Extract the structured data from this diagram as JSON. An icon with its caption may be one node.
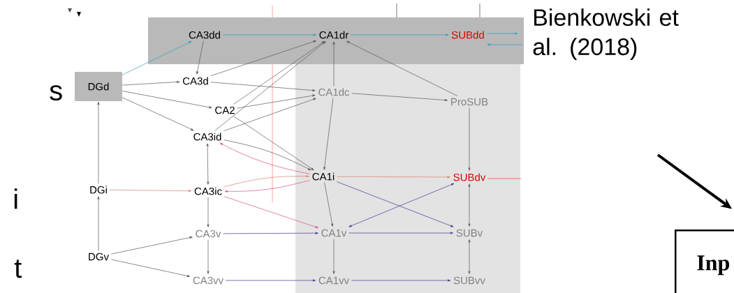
{
  "diagram": {
    "nodes": [
      {
        "text": [],
        "shape": "box"
      },
      {
        "text": [],
        "shape": "box"
      },
      {
        "text": [
          "CA3dd"
        ],
        "in": 0
      },
      {
        "text": [
          "CA1dr"
        ],
        "in": 0
      },
      {
        "text": [
          "SUBdd"
        ],
        "in": 0
      },
      {
        "text": [
          "DGd"
        ]
      },
      {
        "text": [
          "CA3d"
        ]
      },
      {
        "text": [
          "CA2"
        ]
      },
      {
        "text": [
          "CA3id"
        ]
      },
      {
        "text": [
          "CA1dc"
        ],
        "in": 1
      },
      {
        "text": [
          "ProSUB"
        ],
        "in": 1
      },
      {
        "text": [
          "DGi"
        ]
      },
      {
        "text": [
          "CA3ic"
        ]
      },
      {
        "text": [
          "CA1i"
        ],
        "in": 1
      },
      {
        "text": [
          "SUBdv"
        ],
        "in": 1
      },
      {
        "text": [
          "DGv"
        ]
      },
      {
        "text": [
          "CA3v"
        ]
      },
      {
        "text": [
          "CA1v"
        ],
        "in": 1
      },
      {
        "text": [
          "SUBv"
        ],
        "in": 1
      },
      {
        "text": [
          "CA3vv"
        ]
      },
      {
        "text": [
          "CA1vv"
        ],
        "in": 1
      },
      {
        "text": [
          "SUBvv"
        ],
        "in": 1
      },
      {
        "text": [
          "Inp"
        ]
      }
    ],
    "edges": [
      {
        "from": 5,
        "to": 2,
        "arrow": "to",
        "color": "#2a9fc0"
      },
      {
        "from": 5,
        "to": 6,
        "arrow": "to"
      },
      {
        "from": 5,
        "to": 7,
        "arrow": "to"
      },
      {
        "from": 5,
        "to": 8,
        "arrow": "to"
      },
      {
        "from": 2,
        "to": 6,
        "arrow": "to"
      },
      {
        "from": 2,
        "to": 3,
        "arrow": "to",
        "color": "#2a9fc0"
      },
      {
        "from": 3,
        "to": 4,
        "arrow": "to",
        "color": "#2a9fc0"
      },
      {
        "from": 4,
        "to": null,
        "arrow": "to",
        "color": "#2a9fc0"
      },
      {
        "from": null,
        "to": 4,
        "arrow": "to",
        "color": "#2a9fc0"
      },
      {
        "from": 6,
        "to": 3,
        "arrow": "to"
      },
      {
        "from": 6,
        "to": 9,
        "arrow": "to"
      },
      {
        "from": 7,
        "to": 3,
        "arrow": "to"
      },
      {
        "from": 7,
        "to": 9,
        "arrow": "to"
      },
      {
        "from": 7,
        "to": 13,
        "arrow": "to"
      },
      {
        "from": 8,
        "to": 3,
        "arrow": "to"
      },
      {
        "from": 8,
        "to": 9,
        "arrow": "to"
      },
      {
        "from": 8,
        "to": 13,
        "arrow": "to"
      },
      {
        "from": 13,
        "to": 8,
        "arrow": "to",
        "color": "#e0507a"
      },
      {
        "from": 8,
        "to": 12,
        "arrow": "both"
      },
      {
        "from": 11,
        "to": 5,
        "arrow": "to"
      },
      {
        "from": 11,
        "to": 12,
        "arrow": "to",
        "color": "#d8806a"
      },
      {
        "from": 13,
        "to": 12,
        "arrow": "to",
        "color": "#e0507a"
      },
      {
        "from": 12,
        "to": 13,
        "arrow": "to",
        "color": "#d8806a"
      },
      {
        "from": 12,
        "to": 17,
        "arrow": "to",
        "color": "#e0507a"
      },
      {
        "from": 15,
        "to": 11,
        "arrow": "to"
      },
      {
        "from": 15,
        "to": 16,
        "arrow": "to"
      },
      {
        "from": 15,
        "to": 19,
        "arrow": "to"
      },
      {
        "from": 12,
        "to": 16,
        "arrow": "to"
      },
      {
        "from": 16,
        "to": 19,
        "arrow": "to"
      },
      {
        "from": 16,
        "to": 17,
        "arrow": "to",
        "color": "#3a3a90"
      },
      {
        "from": 19,
        "to": 20,
        "arrow": "to",
        "color": "#3a3a90"
      },
      {
        "from": 9,
        "to": 3,
        "arrow": "to"
      },
      {
        "from": 9,
        "to": 13,
        "arrow": "to"
      },
      {
        "from": 10,
        "to": 3,
        "arrow": "to"
      },
      {
        "from": 9,
        "to": 10,
        "arrow": "to"
      },
      {
        "from": 10,
        "to": 14,
        "arrow": "to"
      },
      {
        "from": 13,
        "to": 14,
        "arrow": "to",
        "color": "#d8806a"
      },
      {
        "from": 13,
        "to": 18,
        "arrow": "to",
        "color": "#3a3a90"
      },
      {
        "from": 17,
        "to": 14,
        "arrow": "both",
        "color": "#3a3a90"
      },
      {
        "from": 13,
        "to": 17,
        "arrow": "to"
      },
      {
        "from": 17,
        "to": 18,
        "arrow": "to",
        "color": "#3a3a90"
      },
      {
        "from": 17,
        "to": 20,
        "arrow": "to"
      },
      {
        "from": 20,
        "to": 21,
        "arrow": "to",
        "color": "#3a3a90"
      },
      {
        "from": 14,
        "to": 18,
        "arrow": "both"
      },
      {
        "from": 18,
        "to": 21,
        "arrow": "both"
      },
      {
        "from": 14,
        "to": null,
        "arrow": "none",
        "color": "#e03040"
      },
      {
        "from": null,
        "to": 22,
        "arrow": "to",
        "style": "thick",
        "color": "#000000"
      }
    ],
    "labels": [
      "Bienkowski et al. (2018)",
      "s",
      "i",
      "t"
    ]
  }
}
